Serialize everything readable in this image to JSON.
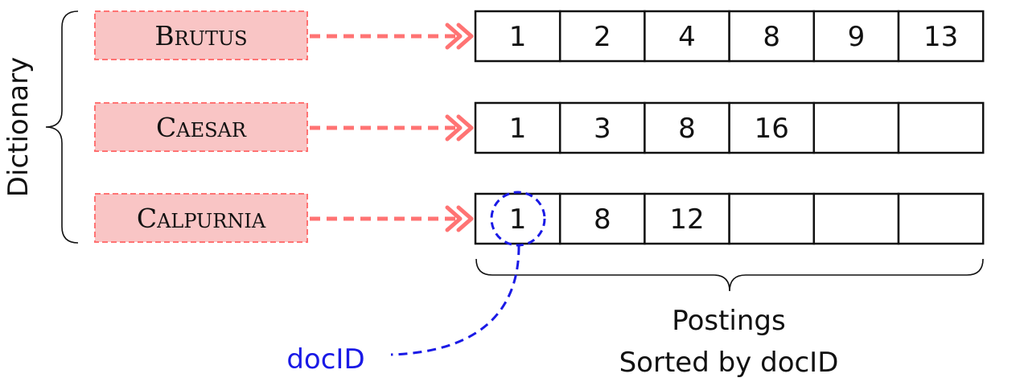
{
  "dictionary_label": "Dictionary",
  "terms": [
    {
      "cap": "B",
      "rest": "RUTUS",
      "postings": [
        "1",
        "2",
        "4",
        "8",
        "9",
        "13"
      ]
    },
    {
      "cap": "C",
      "rest": "AESAR",
      "postings": [
        "1",
        "3",
        "8",
        "16",
        "",
        ""
      ]
    },
    {
      "cap": "C",
      "rest": "ALPURNIA",
      "postings": [
        "1",
        "8",
        "12",
        "",
        "",
        ""
      ]
    }
  ],
  "postings_label": "Postings",
  "sorted_label": "Sorted by docID",
  "docid_label": "docID",
  "colors": {
    "term_fill": "#f9c5c5",
    "term_border": "#ff7373",
    "arrow": "#ff7373",
    "docid": "#1a1ae6",
    "line": "#111111"
  }
}
